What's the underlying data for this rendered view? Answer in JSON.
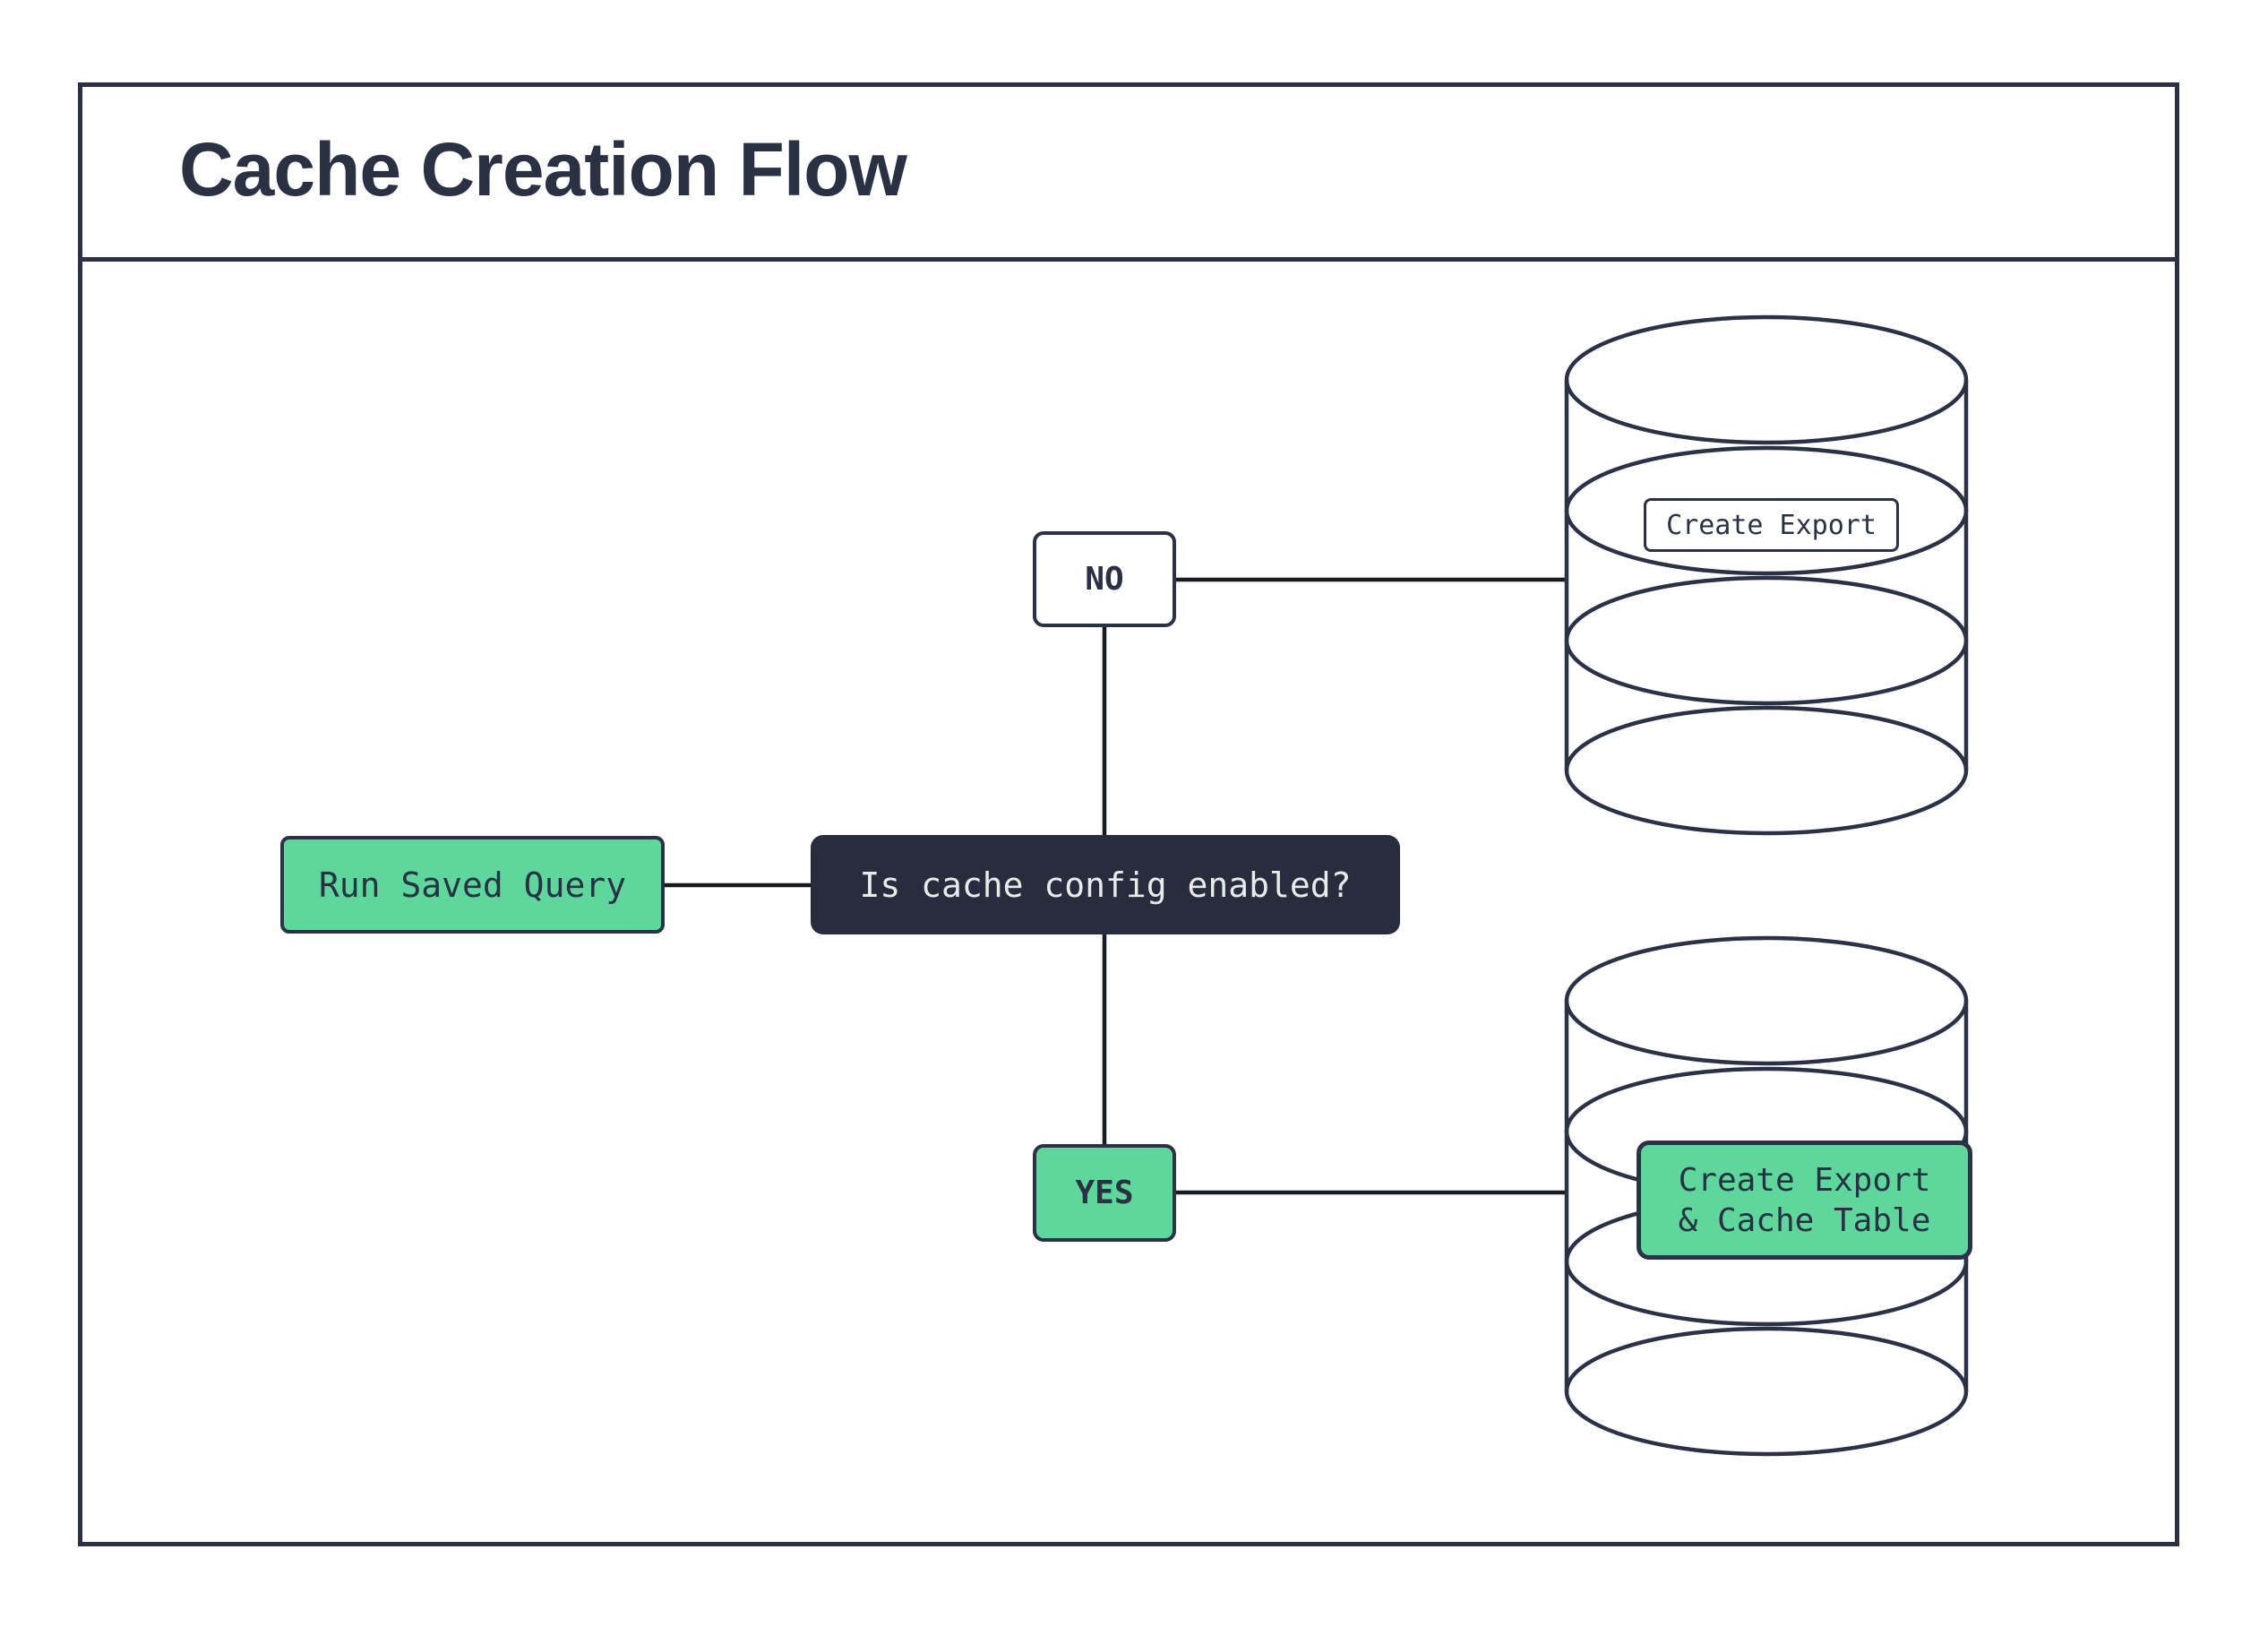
{
  "header": {
    "title": "Cache Creation Flow"
  },
  "flow": {
    "start": {
      "label": "Run Saved Query"
    },
    "decision": {
      "label": "Is cache config enabled?"
    },
    "branch_no": {
      "label": "NO"
    },
    "branch_yes": {
      "label": "YES"
    },
    "no_result": {
      "label": "Create Export"
    },
    "yes_result": {
      "line1": "Create Export",
      "line2": "& Cache Table"
    }
  },
  "icons": {
    "no_database": "database-cylinder",
    "yes_database": "database-cylinder"
  },
  "colors": {
    "accent_green": "#5ed79c",
    "navy": "#2a3142",
    "decision_bg": "#272d3d",
    "decision_text": "#e9eaec",
    "connector": "#181b22",
    "background": "#ffffff"
  }
}
